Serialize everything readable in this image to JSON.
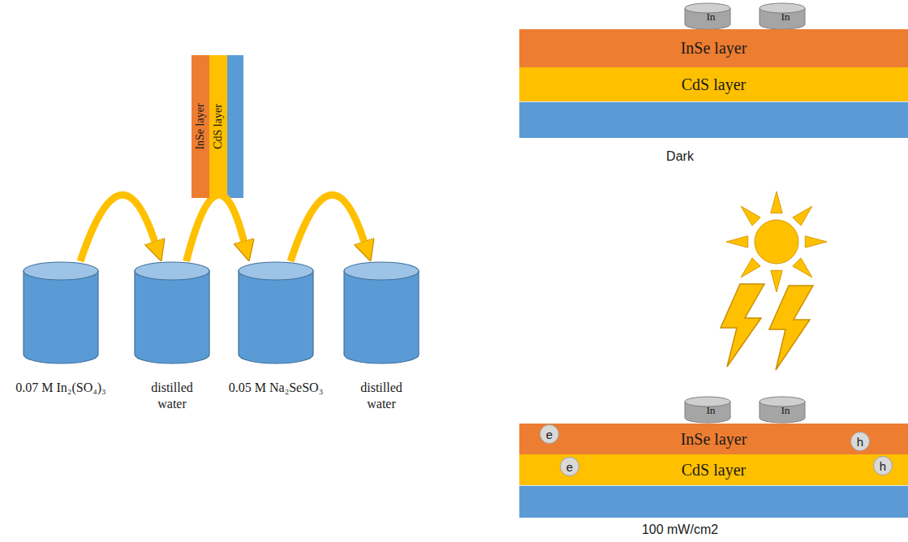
{
  "diagram": {
    "nodes": [
      {
        "text": [
          "InSe layer"
        ]
      },
      {
        "text": [
          "CdS layer"
        ]
      },
      {
        "text": [
          "0.07 M In₂(SO₄)₃"
        ]
      },
      {
        "text": [
          "distilled water"
        ]
      },
      {
        "text": [
          "0.05 M Na₂SeSO₃"
        ]
      },
      {
        "text": [
          "distilled water"
        ]
      },
      {
        "text": [
          "In"
        ]
      },
      {
        "text": [
          "In"
        ]
      },
      {
        "text": [
          "InSe layer"
        ]
      },
      {
        "text": [
          "CdS layer"
        ]
      },
      {
        "text": [
          "In"
        ]
      },
      {
        "text": [
          "In"
        ]
      },
      {
        "text": [
          "InSe layer"
        ]
      },
      {
        "text": [
          "e"
        ],
        "in": 12
      },
      {
        "text": [
          "h"
        ],
        "in": 12
      },
      {
        "text": [
          "CdS layer"
        ]
      },
      {
        "text": [
          "e"
        ],
        "in": 15
      },
      {
        "text": [
          "h"
        ],
        "in": 15
      }
    ],
    "edges": [
      {
        "from": 2,
        "to": 3,
        "arrow": "to"
      },
      {
        "from": 3,
        "to": 4,
        "arrow": "to"
      },
      {
        "from": 4,
        "to": 5,
        "arrow": "to"
      },
      {
        "from": 13,
        "to": 16,
        "arrow": "to"
      },
      {
        "from": 17,
        "to": 14,
        "arrow": "to"
      }
    ],
    "labels": [
      "Dark",
      "100 mW/cm2"
    ]
  }
}
